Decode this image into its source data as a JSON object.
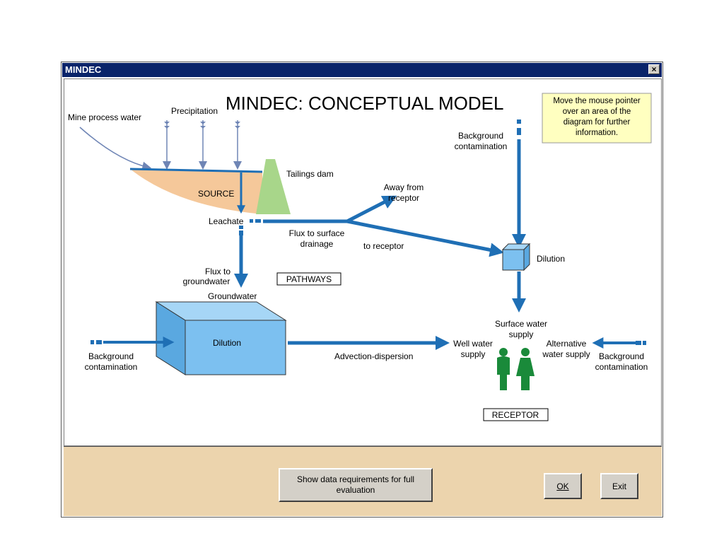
{
  "window": {
    "title": "MINDEC",
    "close_symbol": "×"
  },
  "diagram": {
    "title": "MINDEC: CONCEPTUAL MODEL",
    "hint_lines": [
      "Move the mouse pointer",
      "over an area of the",
      "diagram for further",
      "information."
    ],
    "mine_process_water": "Mine process water",
    "precipitation": "Precipitation",
    "tailings_dam": "Tailings dam",
    "source": "SOURCE",
    "leachate": "Leachate",
    "away_from_receptor": [
      "Away from",
      "receptor"
    ],
    "flux_surface": [
      "Flux to surface",
      "drainage"
    ],
    "to_receptor": "to receptor",
    "background_top": [
      "Background",
      "contamination"
    ],
    "dilution_right": "Dilution",
    "flux_ground": [
      "Flux to",
      "groundwater"
    ],
    "pathways": "PATHWAYS",
    "groundwater": "Groundwater",
    "dilution_box": "Dilution",
    "background_left": [
      "Background",
      "contamination"
    ],
    "advection": "Advection-dispersion",
    "well_water": [
      "Well water",
      "supply"
    ],
    "surface_water_supply": [
      "Surface water",
      "supply"
    ],
    "alternative_water": [
      "Alternative",
      "water supply"
    ],
    "background_right": [
      "Background",
      "contamination"
    ],
    "receptor": "RECEPTOR"
  },
  "footer": {
    "show_data_lines": [
      "Show data requirements for full",
      "evaluation"
    ],
    "ok_label": "OK",
    "exit_label": "Exit"
  },
  "colors": {
    "titlebar": "#0a246a",
    "arrow": "#1f6fb5",
    "source_fill": "#f5c89a",
    "dam_fill": "#a8d68a",
    "dilution_fill": "#7cc0f0",
    "hint_bg": "#ffffc0",
    "people": "#1a8a3a",
    "footer_bg": "#ecd4ad"
  }
}
